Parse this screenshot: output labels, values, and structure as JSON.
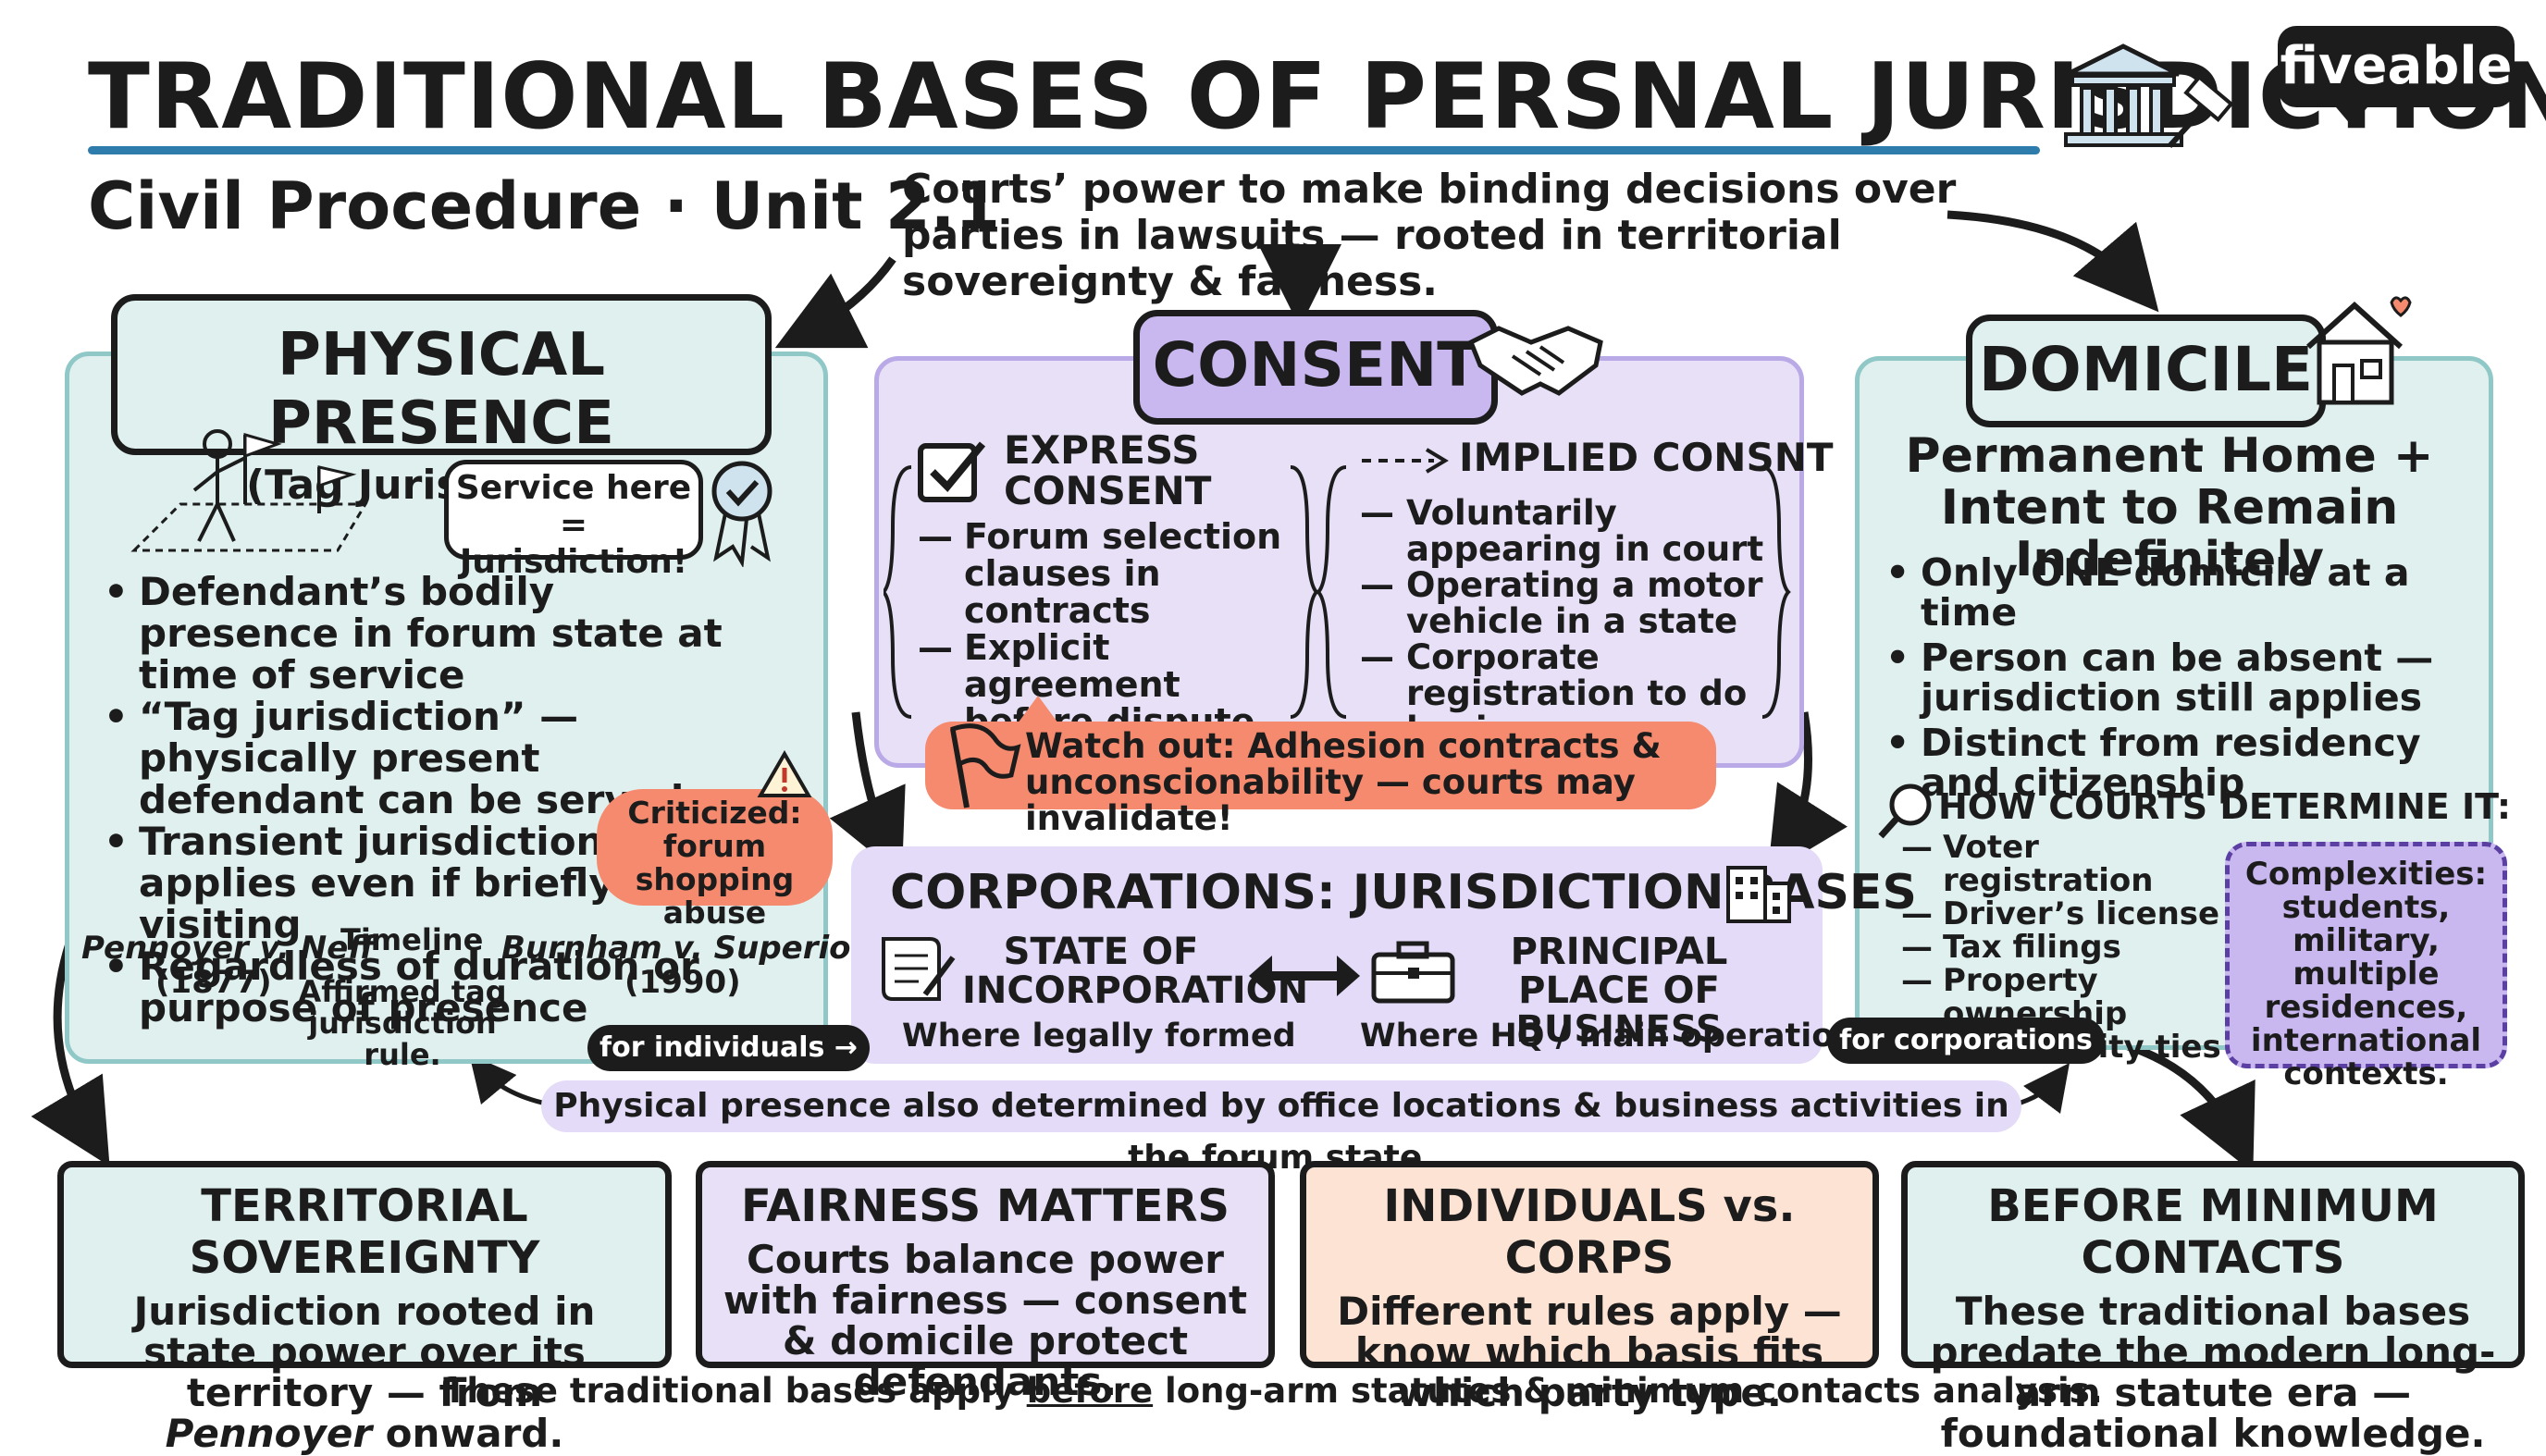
{
  "header": {
    "title": "TRADITIONAL BASES OF PERSNAL JURISDICTION",
    "subtitle": "Civil Procedure · Unit 2.1",
    "intro": "Courts’ power to make binding decisions over parties in lawsuits — rooted in territorial sovereignty & fairness.",
    "logo": "fiveable"
  },
  "physical": {
    "title": "PHYSICAL PRESENCE",
    "subtitle": "(Tag Jurisdiction)",
    "badge": "Service here = Jurisdiction!",
    "bullets": [
      "Defendant’s bodily presence in forum state at time of service",
      "“Tag jurisdiction” — physically present defendant can be served",
      "Transient jurisdiction: applies even if briefly visiting",
      "Regardless of duration or purpose of presence"
    ],
    "criticized": "Criticized: forum shopping abuse",
    "case1_name": "Pennoyer v. Neff",
    "case1_year": "(1877)",
    "timeline_label": "Timeline",
    "case2_name": "Burnham v. Superior Court",
    "case2_year": "(1990)",
    "timeline_note": "Affirmed tag jurisdiction rule."
  },
  "consent": {
    "title": "CONSENT",
    "express_title": "EXPRESS CONSENT",
    "express_items": [
      "Forum selection clauses in contracts",
      "Explicit agreement before dispute"
    ],
    "implied_title": "IMPLIED CONSNT",
    "implied_items": [
      "Voluntarily appearing in court",
      "Operating a motor vehicle in a state",
      "Corporate registration to do business"
    ],
    "warning": "Watch out: Adhesion contracts & unconscionability — courts may invalidate!"
  },
  "domicile": {
    "title": "DOMICILE",
    "definition": "Permanent Home + Intent to Remain Indefinitely",
    "bullets": [
      "Only ONE domicile at a time",
      "Person can be absent — jurisdiction still applies",
      "Distinct from residency and citizenship"
    ],
    "how_title": "HOW COURTS DETERMINE IT:",
    "how_items": [
      "Voter registration",
      "Driver’s license",
      "Tax filings",
      "Property ownership",
      "Community ties"
    ],
    "complexities": "Complexities: students, military, multiple residences, international contexts."
  },
  "corporations": {
    "title": "CORPORATIONS: JURISDICTION BASES",
    "left_title": "STATE OF INCORPORATION",
    "left_note": "Where legally formed",
    "right_title": "PRINCIPAL PLACE OF BUSINESS",
    "right_note": "Where HQ / main operations are",
    "for_individuals": "for individuals →",
    "for_corporations": "for corporations →",
    "footnote": "Physical presence also determined by office locations & business activities in the forum state."
  },
  "bottom": [
    {
      "title": "TERRITORIAL SOVEREIGNTY",
      "text_a": "Jurisdiction rooted in state power over its territory — from ",
      "text_em": "Pennoyer",
      "text_b": " onward."
    },
    {
      "title": "FAIRNESS MATTERS",
      "text": "Courts balance power with fairness — consent & domicile protect defendants."
    },
    {
      "title": "INDIVIDUALS vs. CORPS",
      "text": "Different rules apply — know which basis fits which party type."
    },
    {
      "title": "BEFORE MINIMUM CONTACTS",
      "text": "These traditional bases predate the modern long-arm statute era — foundational knowledge."
    }
  ],
  "footer": {
    "pre": "These traditional bases apply ",
    "underlined": "before",
    "post": " long-arm statutes & minimum contacts analysis."
  },
  "colors": {
    "teal_bg": "#dff0ef",
    "lavender_bg": "#e7e0f6",
    "peach_bg": "#fde3d4",
    "warning_red": "#f58a6e",
    "accent_blue": "#2e7cab"
  }
}
